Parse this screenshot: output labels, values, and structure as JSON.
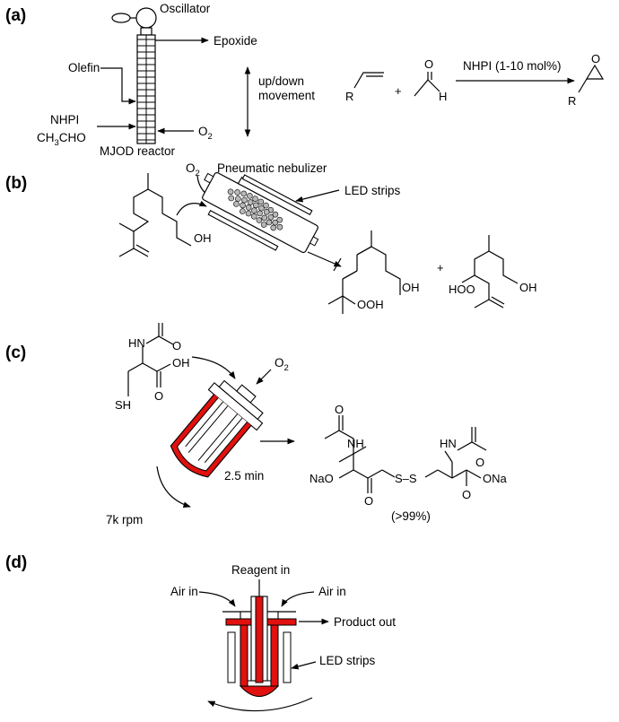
{
  "panels": [
    {
      "id": "a",
      "label": "(a)",
      "labels": {
        "oscillator": "Oscillator",
        "epoxide": "Epoxide",
        "olefin": "Olefin",
        "nhpi": "NHPI",
        "ch3cho_prefix": "CH",
        "ch3cho_sub": "3",
        "ch3cho_suffix": "CHO",
        "o2_o": "O",
        "o2_sub": "2",
        "movement_line1": "up/down",
        "movement_line2": "movement",
        "reactor": "MJOD reactor"
      },
      "scheme": {
        "r1": "R",
        "plus": "+",
        "o": "O",
        "h": "H",
        "condition": "NHPI (1-10 mol%)",
        "product_r": "R",
        "product_o": "O"
      }
    },
    {
      "id": "b",
      "label": "(b)",
      "labels": {
        "o2_o": "O",
        "o2_sub": "2",
        "nebulizer": "Pneumatic nebulizer",
        "led": "LED strips"
      },
      "chem": {
        "sm_oh": "OH",
        "p1_oh": "OH",
        "p1_ooh": "OOH",
        "plus": "+",
        "p2_hoo": "HOO",
        "p2_oh": "OH"
      }
    },
    {
      "id": "c",
      "label": "(c)",
      "labels": {
        "o2_o": "O",
        "o2_sub": "2",
        "time": "2.5 min",
        "rpm": "7k rpm",
        "yield": "(>99%)"
      },
      "chem": {
        "hn": "HN",
        "o_acetyl": "O",
        "oh": "OH",
        "o_acid": "O",
        "sh": "SH",
        "nh_left": "NH",
        "o_left_acetyl": "O",
        "nao": "NaO",
        "o_left_carb": "O",
        "s_s": "S–S",
        "hn_right": "HN",
        "o_right_acetyl": "O",
        "ona": "ONa",
        "o_right_carb": "O"
      }
    },
    {
      "id": "d",
      "label": "(d)",
      "labels": {
        "reagent_in": "Reagent in",
        "air_in_left": "Air in",
        "air_in_right": "Air in",
        "product_out": "Product out",
        "led": "LED strips"
      }
    }
  ],
  "colors": {
    "accent_red": "#e0110f",
    "line": "#000000"
  }
}
